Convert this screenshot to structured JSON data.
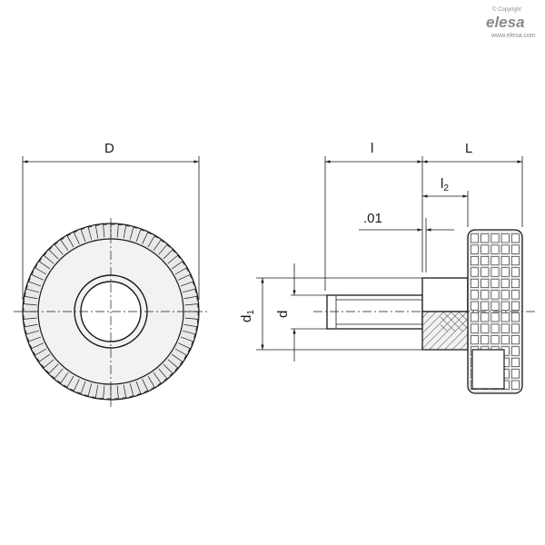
{
  "logo": {
    "copyright": "© Copyright",
    "brand": "elesa",
    "url": "www.elesa.com"
  },
  "dimensions": {
    "D": "D",
    "l": "l",
    "L": "L",
    "l2_main": "l",
    "l2_sub": "2",
    "offset": ".01",
    "d1_main": "d",
    "d1_sub": "1",
    "d": "d"
  },
  "colors": {
    "line": "#1a1a1a",
    "fill": "#e9e9e9",
    "logo": "#8a8a8a"
  }
}
